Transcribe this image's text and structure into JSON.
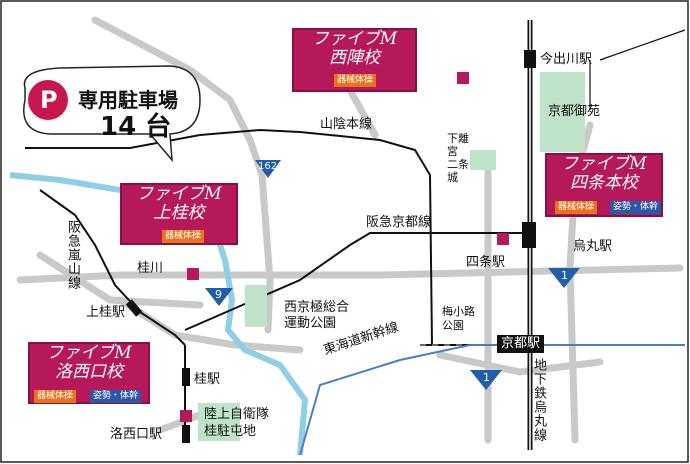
{
  "parking": {
    "letter": "P",
    "line1": "専用駐車場",
    "line2": "14 台"
  },
  "schools": {
    "nishijin": {
      "name1": "ファイブM",
      "name2": "西陣校",
      "tag1": "器械体操"
    },
    "shijo": {
      "name1": "ファイブM",
      "name2": "四条本校",
      "tag1": "器械体操",
      "tag2": "姿勢・体幹"
    },
    "katsura": {
      "name1": "ファイブM",
      "name2": "上桂校",
      "tag1": "器械体操"
    },
    "rakusai": {
      "name1": "ファイブM",
      "name2": "洛西口校",
      "tag1": "器械体操",
      "tag2": "姿勢・体幹"
    }
  },
  "labels": {
    "imadegawa": "今出川駅",
    "gyoen": "京都御苑",
    "sanin": "山陰本線",
    "nijo": "下離宮\n二条城",
    "hankyu": "阪急京都線",
    "karasuma": "烏丸駅",
    "shijo_st": "四条駅",
    "katsuragawa": "桂川",
    "arashiyama": "阪急嵐山線",
    "kamikatsura": "上桂駅",
    "nishikyogoku": "西京極総合\n運動公園",
    "umekoji": "梅小路\n公園",
    "kyoto_st": "京都駅",
    "subway": "地下鉄烏丸線",
    "tokaido": "東海道新幹線",
    "katsura_st": "桂駅",
    "jieitai": "陸上自衛隊\n桂駐屯地",
    "rakusaiguchi": "洛西口駅"
  },
  "routes": {
    "r162": "162",
    "r9": "9",
    "r1a": "1",
    "r1b": "1"
  },
  "colors": {
    "magenta": "#b5195a",
    "orange": "#e8731c",
    "blue": "#2b59a8",
    "park": "#bfe3c8",
    "river": "#8ecfe6",
    "road": "#c9c9c9"
  }
}
